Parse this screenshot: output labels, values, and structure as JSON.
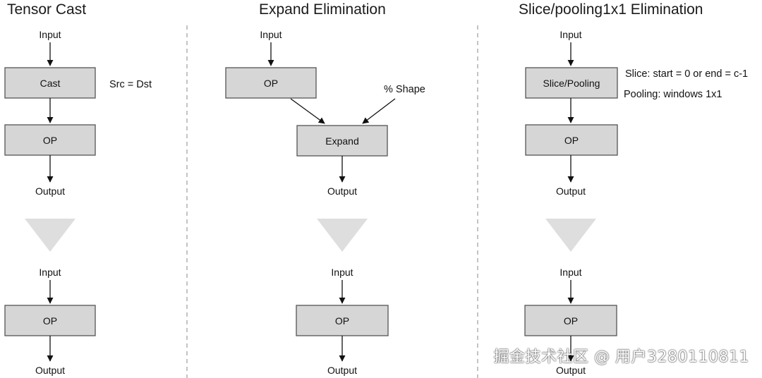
{
  "sections": [
    {
      "title": "Tensor Cast",
      "before": {
        "input": "Input",
        "box1": "Cast",
        "box2": "OP",
        "output": "Output",
        "note": "Src = Dst"
      },
      "after": {
        "input": "Input",
        "box": "OP",
        "output": "Output"
      }
    },
    {
      "title": "Expand Elimination",
      "before": {
        "input": "Input",
        "box1": "OP",
        "shape": "% Shape",
        "box2": "Expand",
        "output": "Output"
      },
      "after": {
        "input": "Input",
        "box": "OP",
        "output": "Output"
      }
    },
    {
      "title": "Slice/pooling1x1 Elimination",
      "before": {
        "input": "Input",
        "box1": "Slice/Pooling",
        "box2": "OP",
        "output": "Output",
        "note1": "Slice: start = 0 or end = c-1",
        "note2": "Pooling: windows 1x1"
      },
      "after": {
        "input": "Input",
        "box": "OP",
        "output": "Output"
      }
    }
  ],
  "watermark": "掘金技术社区 @ 用户3280110811",
  "colors": {
    "box_fill": "#d6d6d6",
    "big_arrow": "#dedede",
    "divider": "#c4c4c4"
  }
}
